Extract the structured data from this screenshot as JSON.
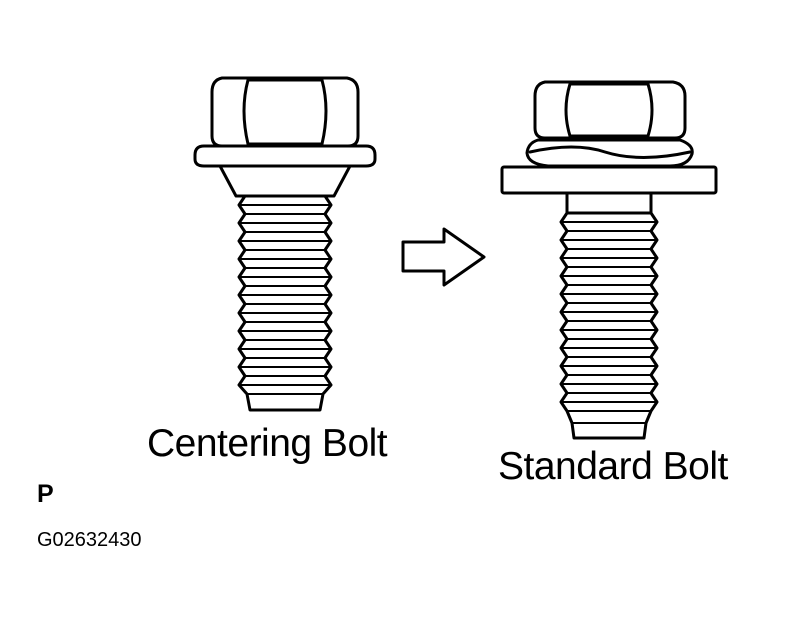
{
  "labels": {
    "centering_bolt": "Centering Bolt",
    "standard_bolt": "Standard Bolt",
    "corner_mark": "P",
    "figure_code": "G02632430"
  },
  "colors": {
    "line": "#000000",
    "background": "#ffffff"
  },
  "icons": {
    "transition": "right-arrow-icon"
  }
}
